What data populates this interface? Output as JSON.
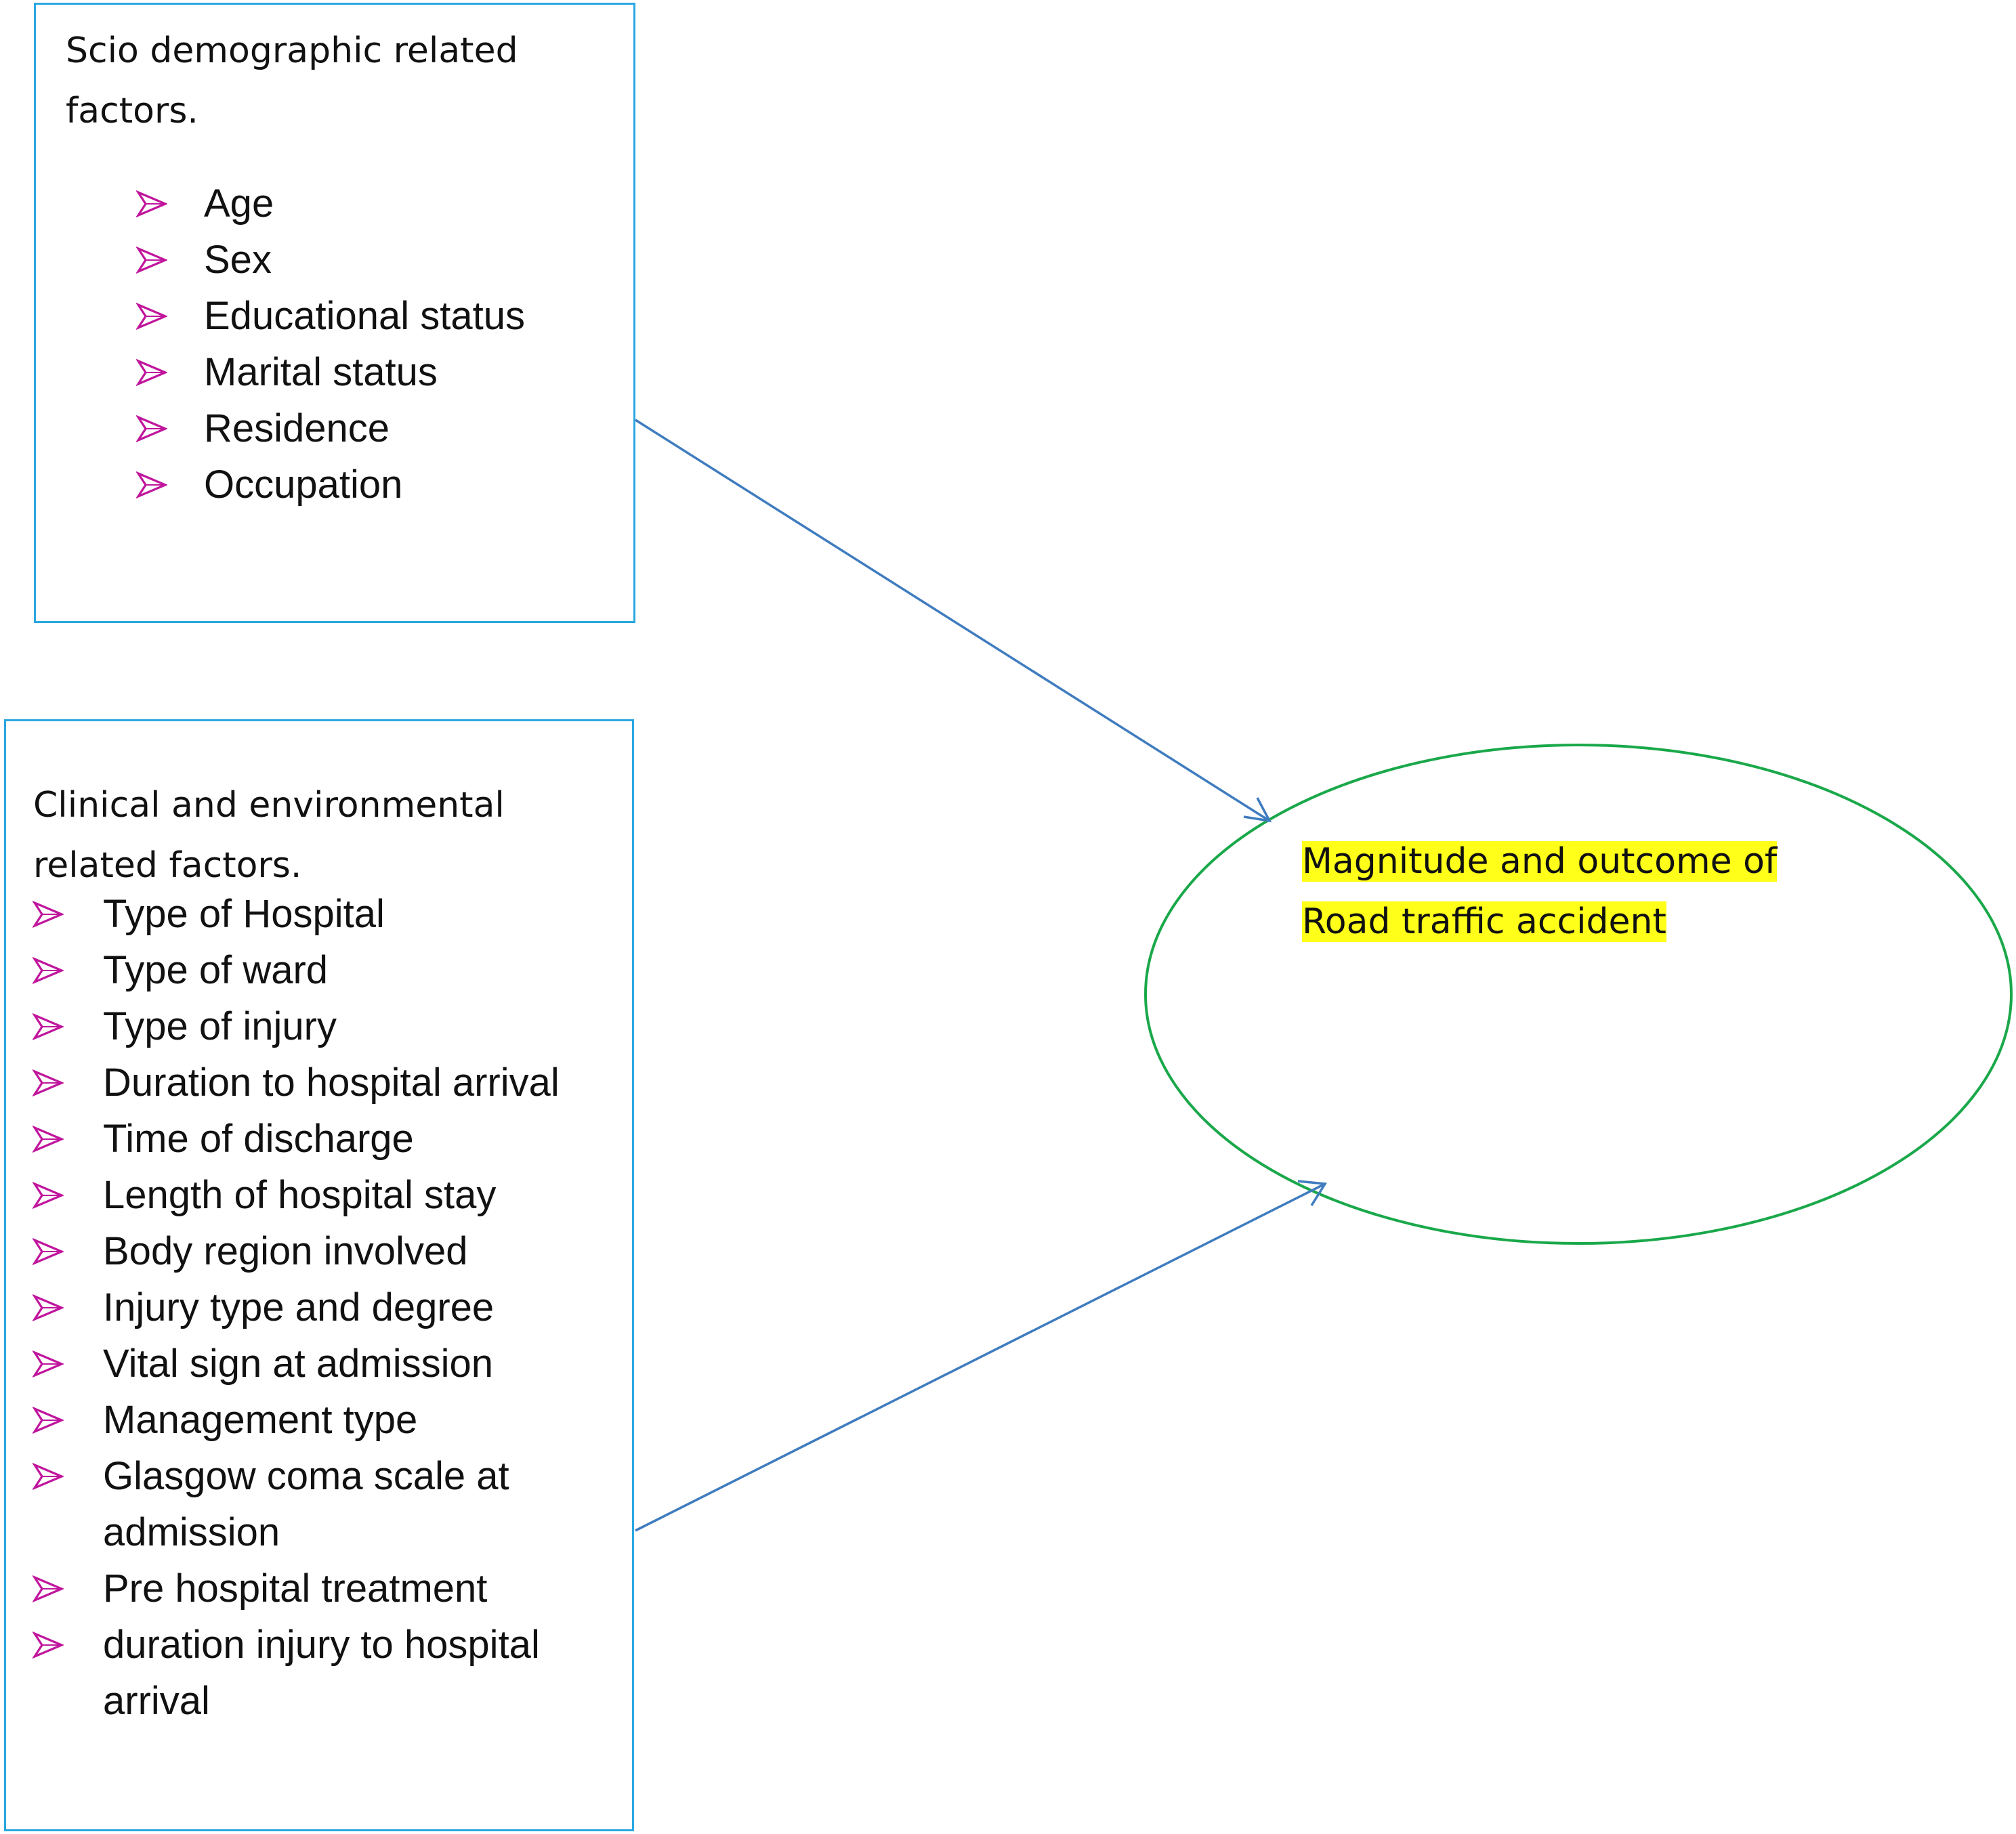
{
  "socio_box": {
    "heading": "Scio demographic related factors.",
    "items": [
      "Age",
      "Sex",
      "Educational status",
      "Marital status",
      "Residence",
      "Occupation"
    ]
  },
  "clinical_box": {
    "heading": "Clinical and environmental related factors.",
    "items": [
      "Type of Hospital",
      "Type of ward",
      "Type of injury",
      "Duration  to hospital arrival",
      "Time of discharge",
      "Length of hospital  stay",
      "Body region involved",
      "Injury type and degree",
      "Vital sign at admission",
      "Management type",
      "Glasgow coma scale at admission",
      "Pre hospital treatment",
      "duration injury to hospital arrival"
    ]
  },
  "outcome": {
    "label": "Magnitude and outcome of Road traffic accident"
  },
  "colors": {
    "box_border": "#2aa8e0",
    "bullet_marker": "#c0159c",
    "connector": "#3f7cbf",
    "ellipse_border": "#1aa84a",
    "highlight": "#ffff1a"
  },
  "icons": {
    "bullet": "arrowhead-bullet-icon"
  }
}
